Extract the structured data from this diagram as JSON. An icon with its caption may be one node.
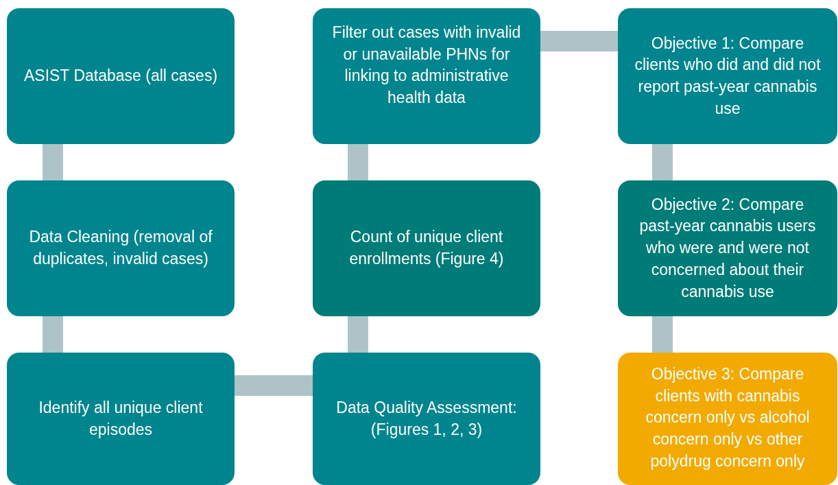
{
  "diagram": {
    "nodes": [
      {
        "text": [
          "ASIST Database (all cases)"
        ]
      },
      {
        "text": [
          "Data Cleaning (removal of duplicates, invalid cases)"
        ]
      },
      {
        "text": [
          "Identify all unique client episodes"
        ]
      },
      {
        "text": [
          "Data Quality Assessment: (Figures 1, 2, 3)"
        ]
      },
      {
        "text": [
          "Count of unique client enrollments (Figure 4)"
        ]
      },
      {
        "text": [
          "Filter out cases with invalid or unavailable PHNs for linking to administrative health data"
        ]
      },
      {
        "text": [
          "Objective 1: Compare clients who did and did not report past-year cannabis use"
        ]
      },
      {
        "text": [
          "Objective 2: Compare past-year cannabis users who were and were not concerned about their cannabis use"
        ]
      },
      {
        "text": [
          "Objective 3: Compare clients with cannabis concern only vs alcohol concern only vs other polydrug concern only"
        ]
      }
    ],
    "edges": [
      {
        "from": 0,
        "to": 1,
        "arrow": "none"
      },
      {
        "from": 1,
        "to": 2,
        "arrow": "none"
      },
      {
        "from": 2,
        "to": 3,
        "arrow": "none"
      },
      {
        "from": 3,
        "to": 4,
        "arrow": "none"
      },
      {
        "from": 4,
        "to": 5,
        "arrow": "none"
      },
      {
        "from": 5,
        "to": 6,
        "arrow": "none"
      },
      {
        "from": 6,
        "to": 7,
        "arrow": "none"
      },
      {
        "from": 7,
        "to": 8,
        "arrow": "none"
      }
    ]
  }
}
